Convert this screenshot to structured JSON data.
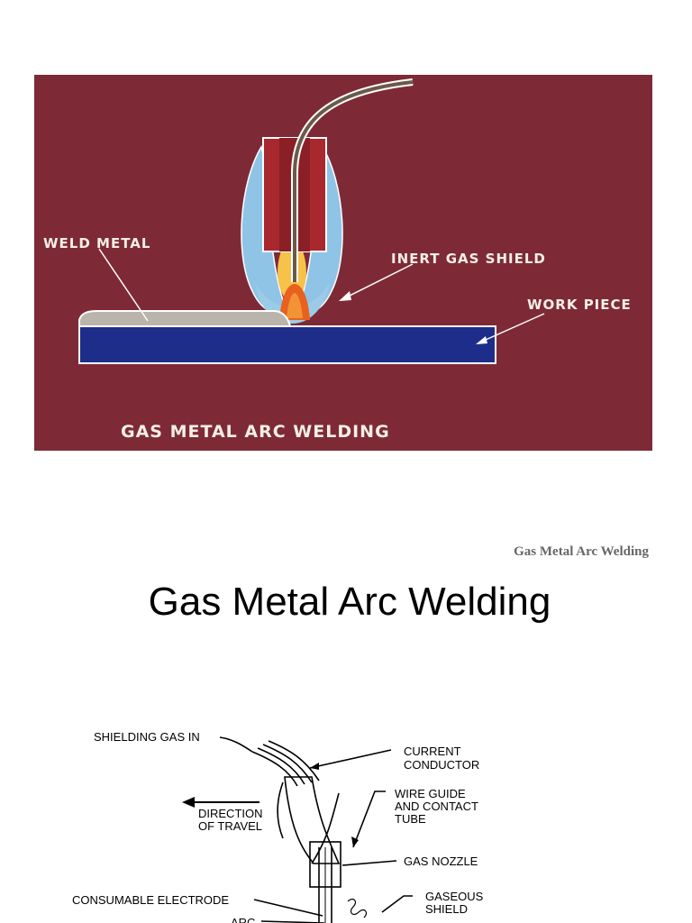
{
  "slide1": {
    "colors": {
      "background": "#7e2a36",
      "workpiece": "#1f2d8a",
      "flame": "#8fc4e6",
      "nozzle": "#a8282d",
      "weld": "#b9b5ad"
    },
    "labels": {
      "weld_metal": "WELD METAL",
      "inert_gas_shield": "INERT GAS SHIELD",
      "work_piece": "WORK PIECE",
      "title": "GAS METAL ARC WELDING"
    }
  },
  "caption": "Gas Metal Arc Welding",
  "slide2": {
    "title": "Gas Metal Arc Welding",
    "labels": {
      "shielding_gas_in": "SHIELDING GAS IN",
      "current_conductor_1": "CURRENT",
      "current_conductor_2": "CONDUCTOR",
      "direction_1": "DIRECTION",
      "direction_2": "OF TRAVEL",
      "wire_guide_1": "WIRE GUIDE",
      "wire_guide_2": "AND CONTACT",
      "wire_guide_3": "TUBE",
      "gas_nozzle": "GAS NOZZLE",
      "consumable_electrode": "CONSUMABLE ELECTRODE",
      "gaseous_1": "GASEOUS",
      "gaseous_2": "SHIELD",
      "arc": "ARC"
    }
  }
}
